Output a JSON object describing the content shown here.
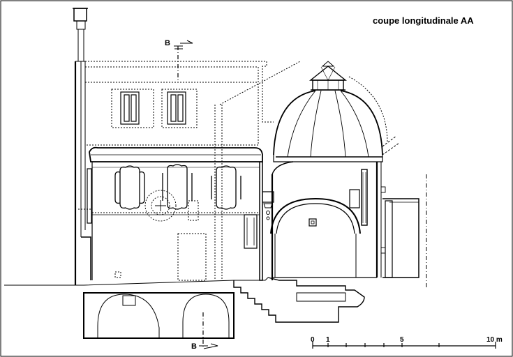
{
  "drawing": {
    "title": "coupe longitudinale AA",
    "section_marker_top": "B",
    "section_marker_bottom": "B"
  },
  "scale_bar": {
    "labels": [
      "0",
      "1",
      "5",
      "10 m"
    ]
  }
}
